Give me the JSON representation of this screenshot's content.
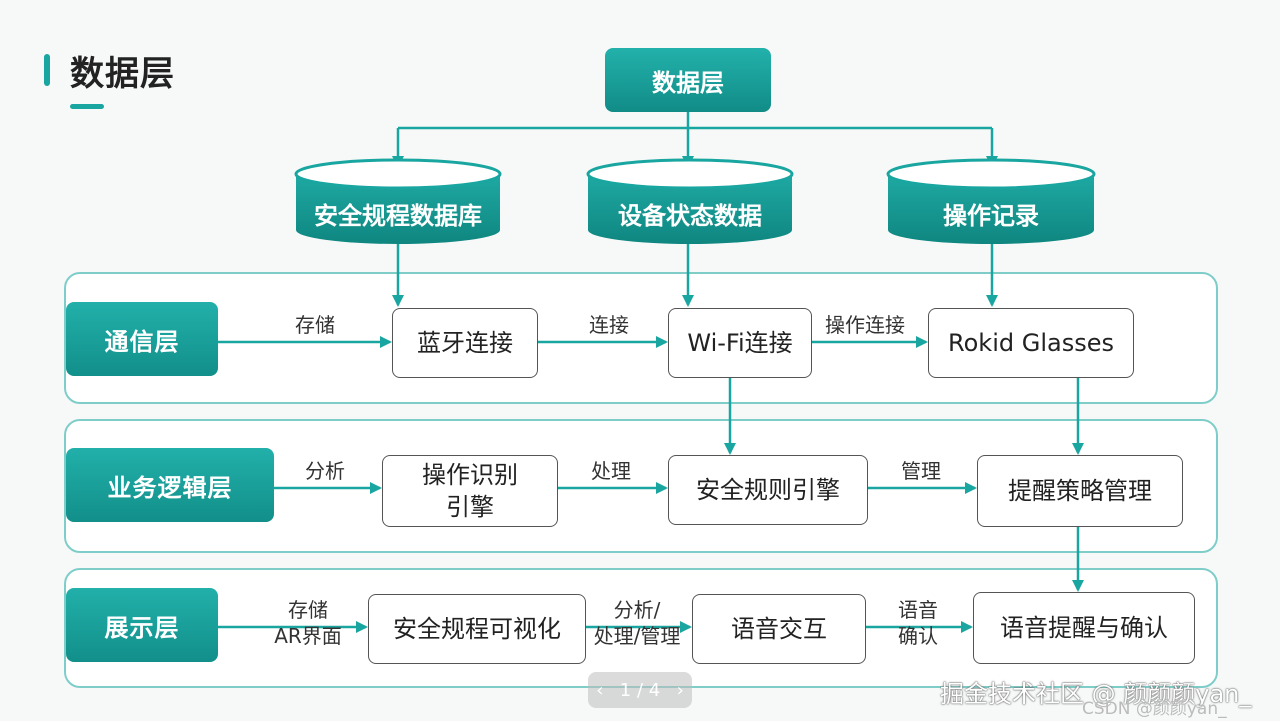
{
  "title": "数据层",
  "top_node": "数据层",
  "databases": [
    "安全规程数据库",
    "设备状态数据",
    "操作记录"
  ],
  "layers": {
    "comm": {
      "label": "通信层",
      "nodes": [
        "蓝牙连接",
        "Wi-Fi连接",
        "Rokid Glasses"
      ],
      "edges": [
        "存储",
        "连接",
        "操作连接"
      ]
    },
    "biz": {
      "label": "业务逻辑层",
      "nodes": [
        "操作识别\n引擎",
        "安全规则引擎",
        "提醒策略管理"
      ],
      "edges": [
        "分析",
        "处理",
        "管理"
      ]
    },
    "display": {
      "label": "展示层",
      "nodes": [
        "安全规程可视化",
        "语音交互",
        "语音提醒与确认"
      ],
      "edges": [
        "存储\nAR界面",
        "分析/\n处理/管理",
        "语音\n确认"
      ]
    }
  },
  "pager": {
    "prev": "‹",
    "text": "1 / 4",
    "next": "›"
  },
  "watermark": "掘金技术社区 @ 颜颜颜yan_",
  "watermark2": "CSDN @颜颜yan_",
  "colors": {
    "accent": "#1aa6a0",
    "accent_dark": "#118c87",
    "border": "#7fcdc9"
  }
}
